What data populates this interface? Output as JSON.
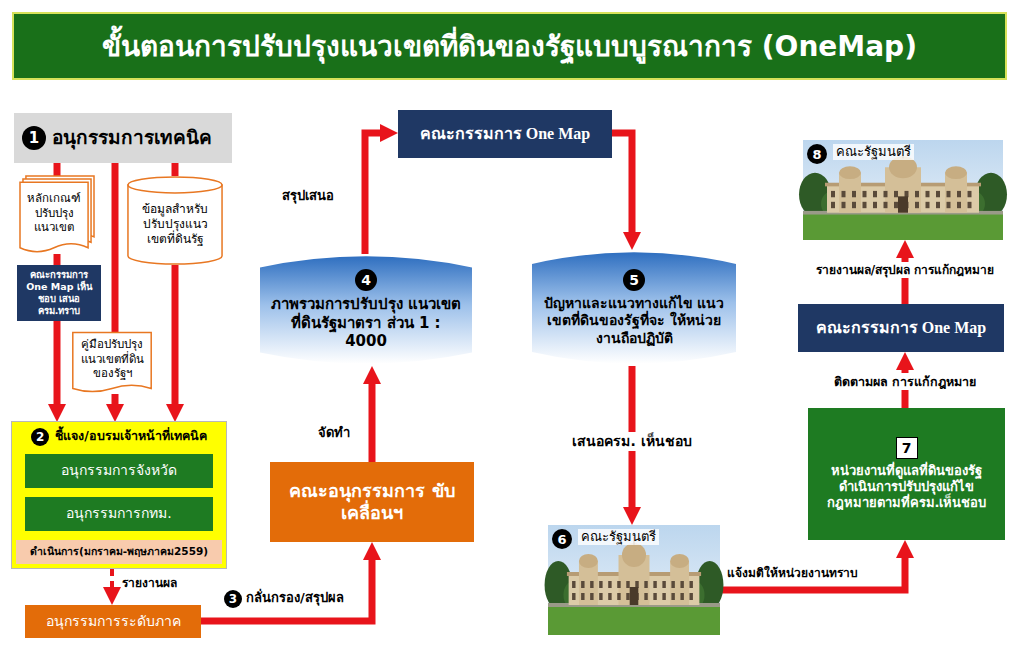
{
  "diagram": {
    "title": "ขั้นตอนการปรับปรุงแนวเขตที่ดินของรัฐแบบบูรณาการ (OneMap)",
    "nodes": [
      {
        "text": [
          "1",
          "อนุกรรมการเทคนิค"
        ]
      },
      {
        "text": [
          "หลักเกณฑ์ ปรับปรุง แนวเขต"
        ]
      },
      {
        "text": [
          "ข้อมูลสำหรับ ปรับปรุงแนว เขตที่ดินรัฐ"
        ]
      },
      {
        "text": [
          "คณะกรรมการ One Map เห็นชอบ เสนอ ครม.ทราบ"
        ]
      },
      {
        "text": [
          "คู่มือปรับปรุง แนวเขตที่ดิน ของรัฐฯ"
        ]
      },
      {
        "text": [
          "2",
          "ชี้แจง/อบรมเจ้าหน้าที่เทคนิค"
        ]
      },
      {
        "text": [
          "อนุกรรมการจังหวัด"
        ],
        "in": 5
      },
      {
        "text": [
          "อนุกรรมการกทม."
        ],
        "in": 5
      },
      {
        "text": [
          "ดำเนินการ(มกราคม-พฤษภาคม2559)"
        ],
        "in": 5
      },
      {
        "text": [
          "อนุกรรมการระดับภาค"
        ]
      },
      {
        "text": [
          "คณะอนุกรรมการ ขับเคลื่อนฯ"
        ]
      },
      {
        "text": [
          "4",
          "ภาพรวมการปรับปรุง แนวเขตที่ดินรัฐมาตรา ส่วน 1 : 4000"
        ]
      },
      {
        "text": [
          "คณะกรรมการ One Map"
        ]
      },
      {
        "text": [
          "5",
          "ปัญหาและแนวทางแก้ไข แนวเขตที่ดินของรัฐที่จะ ให้หน่วยงานถือปฏิบัติ"
        ]
      },
      {
        "text": [
          "6",
          "คณะรัฐมนตรี"
        ]
      },
      {
        "text": [
          "7",
          "หน่วยงานที่ดูแลที่ดินของรัฐ ดำเนินการปรับปรุงแก้ไข กฎหมายตามที่ครม.เห็นชอบ"
        ]
      },
      {
        "text": [
          "คณะกรรมการ One Map"
        ]
      },
      {
        "text": [
          "8",
          "คณะรัฐมนตรี"
        ]
      }
    ],
    "edges": [
      {
        "from": 0,
        "to": 1,
        "arrow": "none"
      },
      {
        "from": 1,
        "to": 3,
        "arrow": "none"
      },
      {
        "from": 3,
        "to": 5,
        "arrow": "to"
      },
      {
        "from": 0,
        "to": 4,
        "arrow": "none"
      },
      {
        "from": 4,
        "to": 5,
        "arrow": "to"
      },
      {
        "from": 0,
        "to": 2,
        "arrow": "none"
      },
      {
        "from": 2,
        "to": 5,
        "arrow": "to"
      },
      {
        "from": 5,
        "to": 9,
        "label": "รายงานผล",
        "arrow": "to"
      },
      {
        "from": 9,
        "to": 10,
        "label": "กลั่นกรอง/สรุปผล",
        "arrow": "to"
      },
      {
        "from": 10,
        "to": 11,
        "label": "จัดทำ",
        "arrow": "to"
      },
      {
        "from": 11,
        "to": 12,
        "label": "สรุปเสนอ",
        "arrow": "to"
      },
      {
        "from": 12,
        "to": 13,
        "arrow": "to"
      },
      {
        "from": 13,
        "to": 14,
        "label": "เสนอครม. เห็นชอบ",
        "arrow": "to"
      },
      {
        "from": 14,
        "to": 15,
        "label": "แจ้งมติให้หน่วยงานทราบ",
        "arrow": "to"
      },
      {
        "from": 15,
        "to": 16,
        "label": "ติดตามผล การแก้กฎหมาย",
        "arrow": "to"
      },
      {
        "from": 16,
        "to": 17,
        "label": "รายงานผล/สรุปผล การแก้กฎหมาย",
        "arrow": "to"
      }
    ],
    "labels": [
      "3"
    ]
  }
}
